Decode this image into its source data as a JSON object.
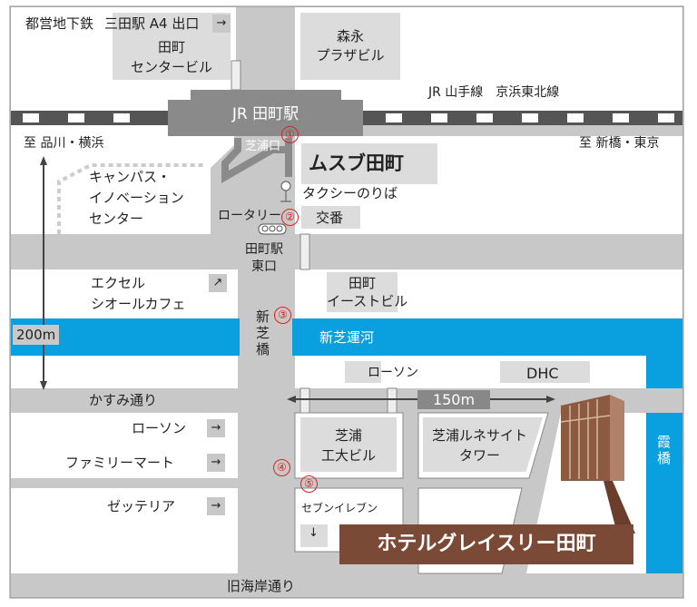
{
  "labels": {
    "subway": "都営地下鉄",
    "subway_exit": "三田駅 A4 出口",
    "tamachi_center_1": "田町",
    "tamachi_center_2": "センタービル",
    "morinaga_1": "森永",
    "morinaga_2": "プラザビル",
    "jr_lines": "JR 山手線　京浜東北線",
    "jr_station": "JR 田町駅",
    "to_shinagawa": "至 品川・横浜",
    "to_shinbashi": "至 新橋・東京",
    "shibaura_exit": "芝浦口",
    "musubu": "ムスブ田町",
    "campus_1": "キャンパス・",
    "campus_2": "イノベーション",
    "campus_3": "センター",
    "taxi": "タクシーのりば",
    "rotary": "ロータリー",
    "koban": "交番",
    "east_exit_1": "田町駅",
    "east_exit_2": "東口",
    "excel_1": "エクセル",
    "excel_2": "シオールカフェ",
    "east_bldg_1": "田町",
    "east_bldg_2": "イーストビル",
    "shinshibabashi": "新芝橋",
    "distance_200": "200m",
    "canal": "新芝運河",
    "lawson_top": "ローソン",
    "dhc": "DHC",
    "kasumi_st": "かすみ通り",
    "distance_150": "150m",
    "lawson_left": "ローソン",
    "familymart": "ファミリーマート",
    "zetteria": "ゼッテリア",
    "sit_1": "芝浦",
    "sit_2": "工大ビル",
    "renaissance_1": "芝浦ルネサイト",
    "renaissance_2": "タワー",
    "kasumi_bridge": "霞橋",
    "seven": "セブンイレブン",
    "hotel": "ホテルグレイスリー田町",
    "kyukaigan": "旧海岸通り"
  },
  "markers": [
    "①",
    "②",
    "③",
    "④",
    "⑤"
  ],
  "colors": {
    "water": "#0aa0e0",
    "road": "#c8c8c8",
    "hotel": "#7b4a36",
    "station": "#8a8a8a",
    "marker": "#e02020"
  }
}
